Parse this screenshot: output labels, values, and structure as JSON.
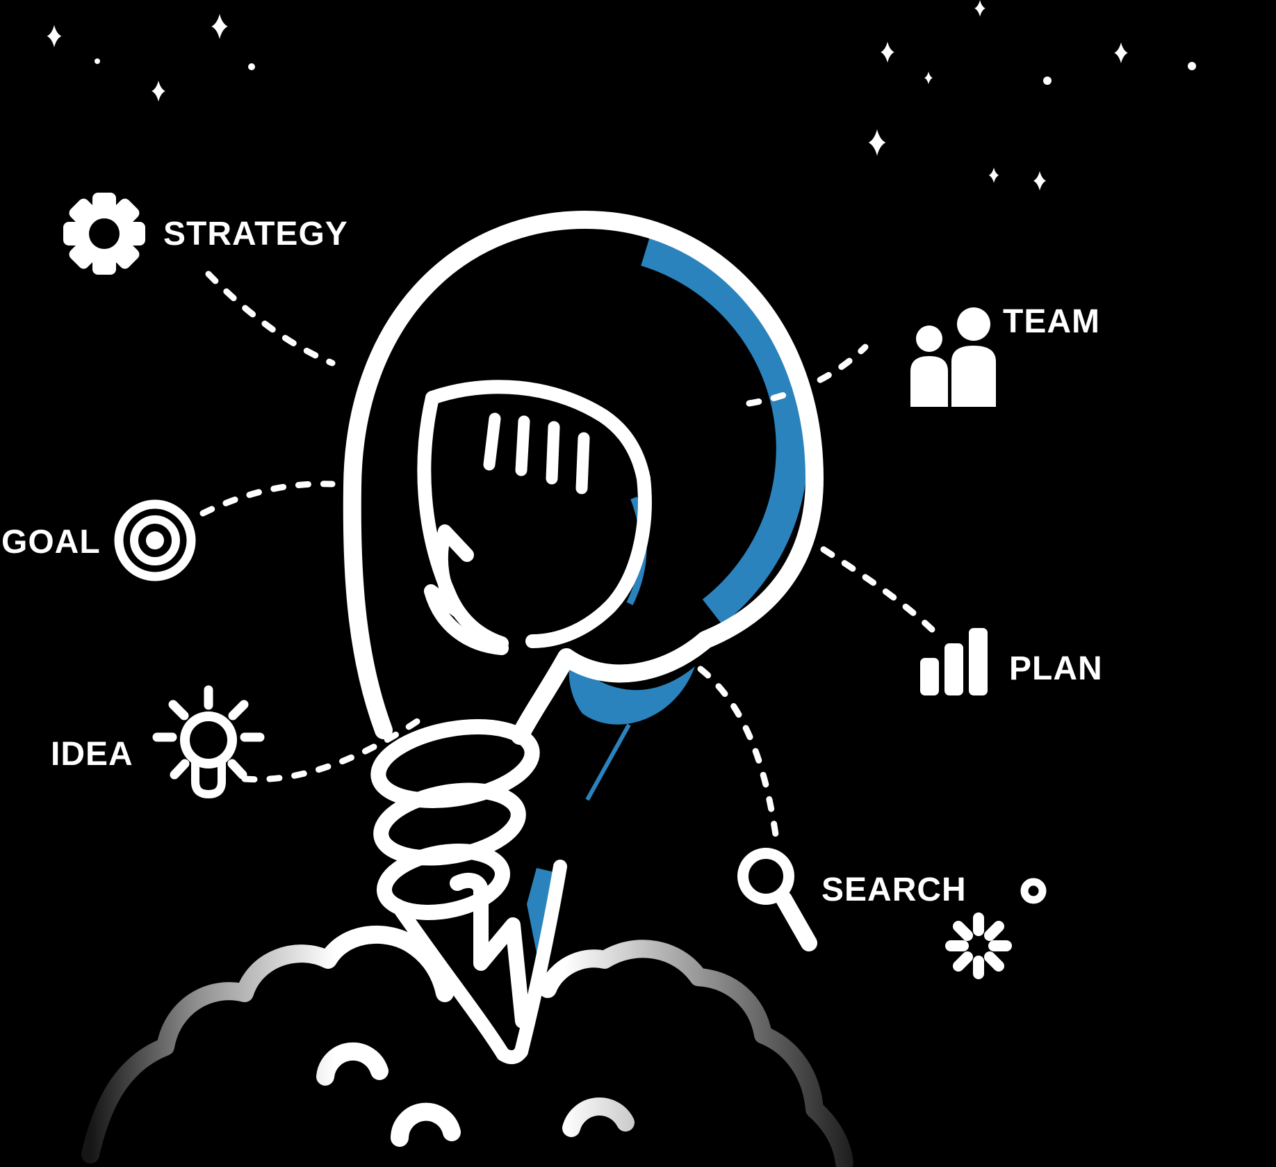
{
  "illustration": {
    "description": "Light bulb rocket launching from a cloud of smoke on a starry black background",
    "colors": {
      "background": "#000000",
      "line_white": "#FFFFFF",
      "accent_blue": "#2B83BD"
    }
  },
  "labels": {
    "strategy": "STRATEGY",
    "team": "TEAM",
    "goal": "GOAL",
    "plan": "PLAN",
    "idea": "IDEA",
    "search": "SEARCH"
  },
  "icons": {
    "strategy": "gear-icon",
    "team": "people-icon",
    "goal": "target-icon",
    "plan": "bar-chart-icon",
    "idea": "lightbulb-icon",
    "search": "magnifier-icon",
    "decorations": [
      "sparkle-stars",
      "dot-stars",
      "donut-circle",
      "loading-spinner-icon"
    ]
  }
}
